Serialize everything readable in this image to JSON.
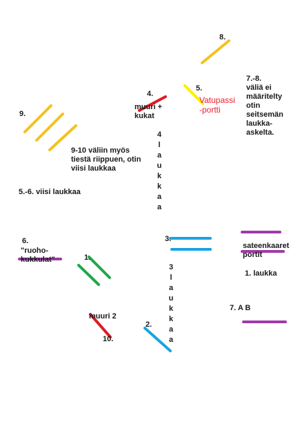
{
  "colors": {
    "yellow": "#f5c21b",
    "bright_yellow": "#ffee00",
    "red": "#e01b24",
    "blue": "#1aa3e0",
    "green": "#1fa84a",
    "purple": "#a03aa8",
    "text": "#1a1a1a",
    "label_red": "#e8202a"
  },
  "labels": {
    "n8": "8.",
    "n7_8": "7.-8.\nväliä ei\nmääritelty\notin\nseitsemän\nlaukka-\naskelta.",
    "n4": "4.",
    "n4_text": "muuri +\nkukat",
    "n5": "5.",
    "n5_text": "Vatupassi\n-portti",
    "n9": "9.",
    "n9_10": "9-10 väliin myös\ntiestä riippuen, otin\nviisi laukkaa",
    "n5_6": "5.-6. viisi laukkaa",
    "four_laukkaa": "4\nl\na\nu\nk\nk\na\na",
    "n6": "6.",
    "n6_text": "\"ruoho-\nkukkulat\"",
    "n1": "1.",
    "n3": "3.",
    "sateenkaaret": "sateenkaaret\nportit",
    "n1_laukka": "1. laukka",
    "three_laukkaa": "3\nl\na\nu\nk\nk\na\na",
    "n7ab": "7. A B",
    "muuri2": "muuri 2",
    "n10": "10.",
    "n2": "2."
  }
}
